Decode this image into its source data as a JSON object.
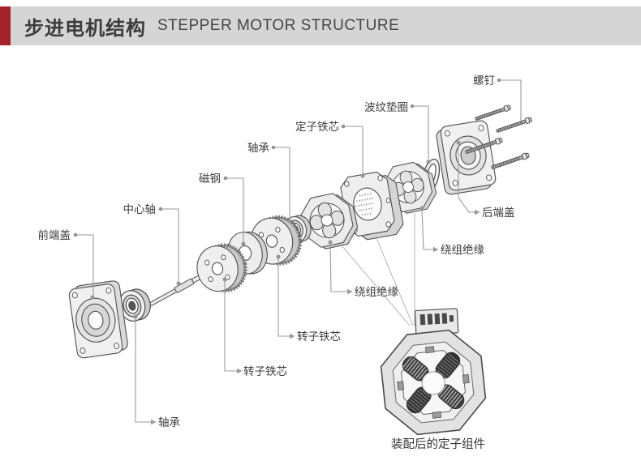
{
  "header": {
    "title_zh": "步进电机结构",
    "title_en": "STEPPER MOTOR STRUCTURE"
  },
  "colors": {
    "accent_red": "#a32127",
    "header_bg": "#d5d5d5",
    "part_fill": "#ededed",
    "part_outline": "#4f4f4f",
    "leader_line": "#9a9a9a",
    "label_text": "#3d3d3d"
  },
  "diagram": {
    "labels": {
      "screws": "螺钉",
      "wave_washer": "波纹垫圈",
      "stator_core": "定子铁芯",
      "bearing_top": "轴承",
      "magnet": "磁钢",
      "center_shaft": "中心轴",
      "front_end_cover": "前端盖",
      "rear_end_cover": "后端盖",
      "winding_insulation_right": "绕组绝缘",
      "winding_insulation_left": "绕组绝缘",
      "rotor_core_upper": "转子铁芯",
      "rotor_core_lower": "转子铁芯",
      "bearing_bottom": "轴承",
      "assembled_stator_caption": "装配后的定子组件"
    }
  }
}
